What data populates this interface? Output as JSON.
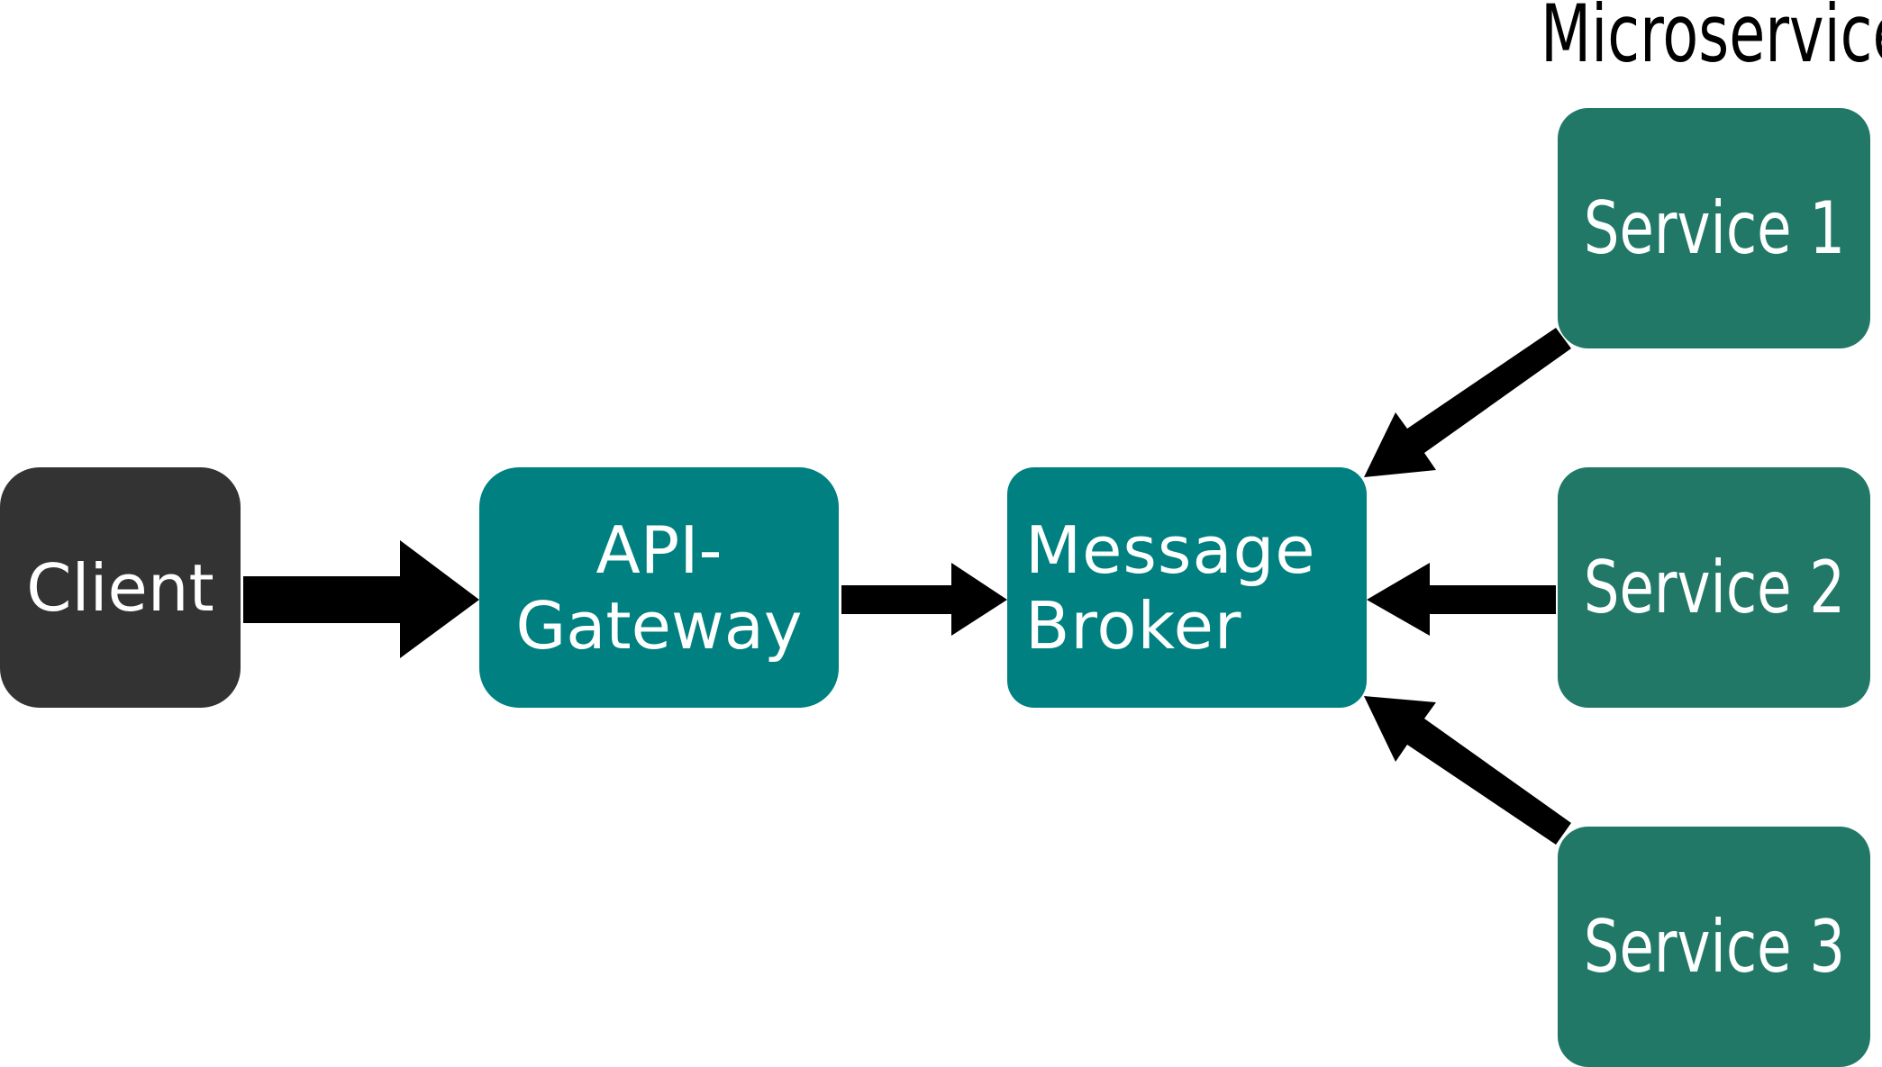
{
  "diagram": {
    "title": "Microservices",
    "nodes": {
      "client": {
        "label": "Client",
        "color": "#333333"
      },
      "gateway": {
        "label": "API-\nGateway",
        "color": "#008080"
      },
      "broker": {
        "label": "Message\nBroker",
        "color": "#008080"
      },
      "services": [
        {
          "label": "Service 1",
          "color": "#217867"
        },
        {
          "label": "Service 2",
          "color": "#217867"
        },
        {
          "label": "Service 3",
          "color": "#217867"
        }
      ]
    },
    "edges": [
      {
        "from": "Client",
        "to": "API-Gateway"
      },
      {
        "from": "API-Gateway",
        "to": "Message Broker"
      },
      {
        "from": "Service 1",
        "to": "Message Broker"
      },
      {
        "from": "Service 2",
        "to": "Message Broker"
      },
      {
        "from": "Service 3",
        "to": "Message Broker"
      }
    ],
    "arrow_color": "#000000"
  }
}
